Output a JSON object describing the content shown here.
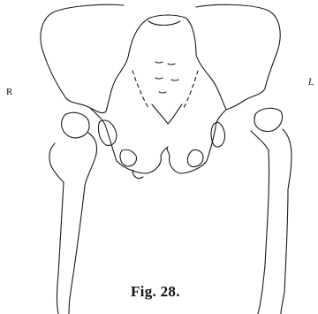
{
  "figure": {
    "caption": "Fig. 28.",
    "right_marker": "R",
    "left_marker": "L"
  }
}
